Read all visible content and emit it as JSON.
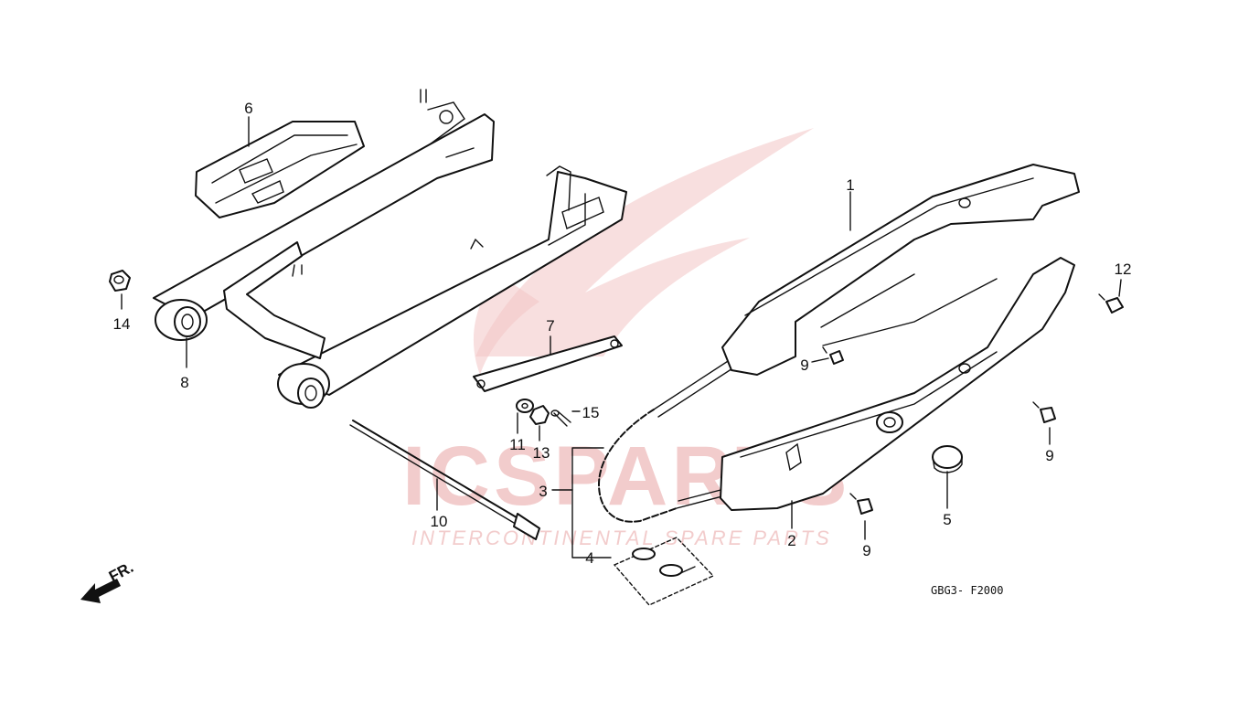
{
  "diagram": {
    "code": "GBG3- F2000",
    "direction_label": "FR.",
    "callouts": {
      "c1": "1",
      "c2": "2",
      "c3": "3",
      "c4": "4",
      "c5": "5",
      "c6": "6",
      "c7": "7",
      "c8": "8",
      "c9a": "9",
      "c9b": "9",
      "c9c": "9",
      "c10": "10",
      "c11": "11",
      "c12": "12",
      "c13": "13",
      "c14": "14",
      "c15": "15"
    }
  },
  "watermark": {
    "brand": "ICSPARTS",
    "tagline": "INTERCONTINENTAL SPARE PARTS",
    "color": "#e9a3a3"
  }
}
